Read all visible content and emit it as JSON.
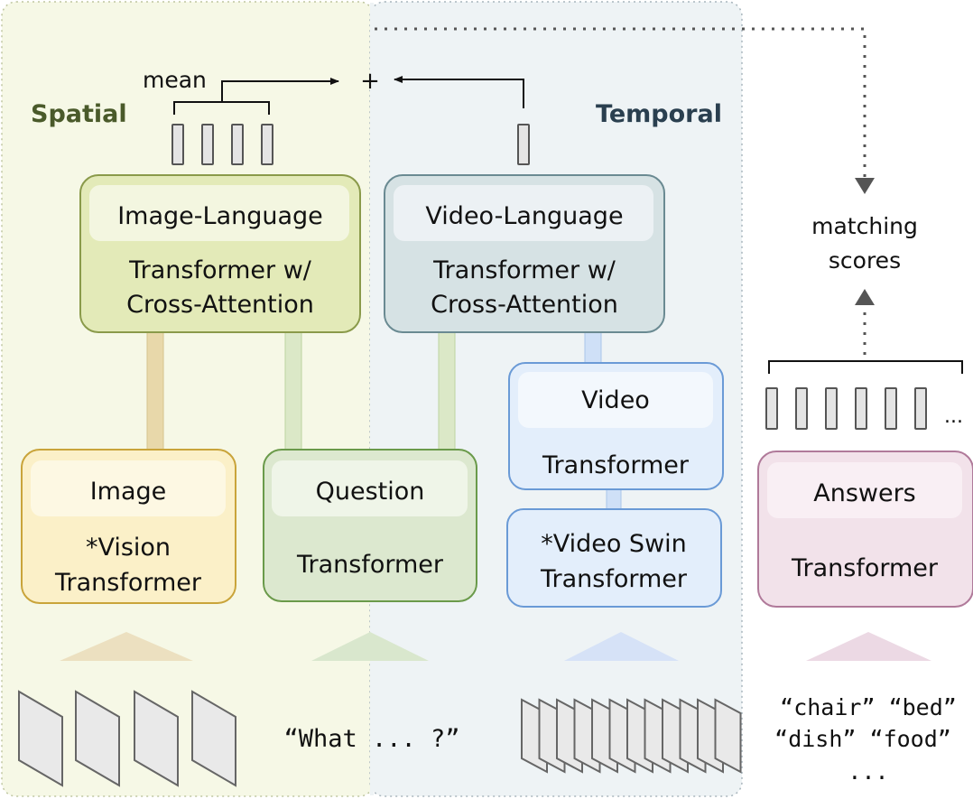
{
  "regions": {
    "spatial": "Spatial",
    "temporal": "Temporal"
  },
  "fusion": {
    "mean": "mean",
    "plus": "+"
  },
  "boxes": {
    "image_language": {
      "title": "Image-Language",
      "line1": "Transformer w/",
      "line2": "Cross-Attention"
    },
    "video_language": {
      "title": "Video-Language",
      "line1": "Transformer w/",
      "line2": "Cross-Attention"
    },
    "image": {
      "title": "Image",
      "line1": "*Vision",
      "line2": "Transformer"
    },
    "question": {
      "title": "Question",
      "line1": "Transformer"
    },
    "video": {
      "title": "Video",
      "line1": "Transformer"
    },
    "video_swin": {
      "line1": "*Video Swin",
      "line2": "Transformer"
    },
    "answers": {
      "title": "Answers",
      "line1": "Transformer"
    }
  },
  "scores": {
    "line1": "matching",
    "line2": "scores"
  },
  "inputs": {
    "question_text": "“What ... ?”",
    "answers_row1": "“chair” “bed”",
    "answers_row2": "“dish” “food”",
    "answers_more": "..."
  },
  "ellipsis": "...",
  "colors": {
    "spatial_bg": "#f6f8e6",
    "temporal_bg": "#eef3f5",
    "spatial_title": "#4a5a2a",
    "temporal_title": "#2a3f4f",
    "image_language_fill": "#e3eab8",
    "image_language_stroke": "#8a9a4a",
    "video_language_fill": "#d6e2e4",
    "video_language_stroke": "#6a8a92",
    "image_fill": "#fbf0c8",
    "image_stroke": "#c9a43a",
    "question_fill": "#dce8cf",
    "question_stroke": "#6a9a4a",
    "video_fill": "#e3eefb",
    "video_stroke": "#6a9ad6",
    "answers_fill": "#f2e2ea",
    "answers_stroke": "#b07a9a"
  }
}
